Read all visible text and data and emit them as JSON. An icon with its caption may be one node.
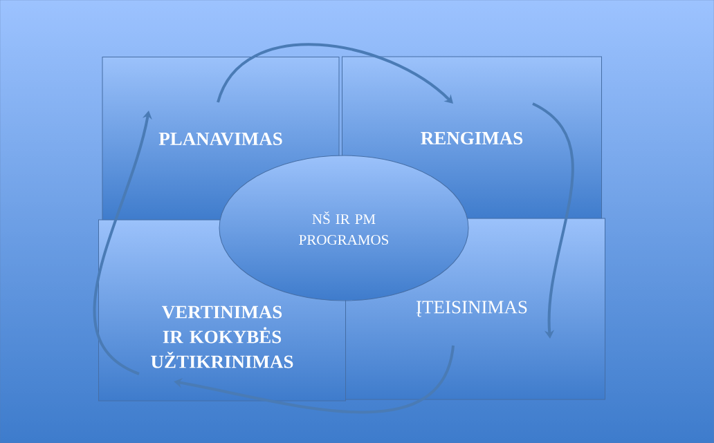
{
  "diagram": {
    "nodes": [
      {
        "text": [
          "PLANAVIMAS"
        ]
      },
      {
        "text": [
          "RENGIMAS"
        ]
      },
      {
        "text": [
          "VERTINIMAS IR KOKYBĖS UŽTIKRINIMAS"
        ]
      },
      {
        "text": [
          "ĮTEISINIMAS"
        ]
      },
      {
        "text": [
          "NŠ IR PM PROGRAMOS"
        ]
      }
    ],
    "edges": [
      {
        "from": 0,
        "to": 1,
        "arrow": "to"
      },
      {
        "from": 1,
        "to": 3,
        "arrow": "to"
      },
      {
        "from": 3,
        "to": 2,
        "arrow": "to"
      },
      {
        "from": 2,
        "to": 0,
        "arrow": "to"
      }
    ]
  }
}
